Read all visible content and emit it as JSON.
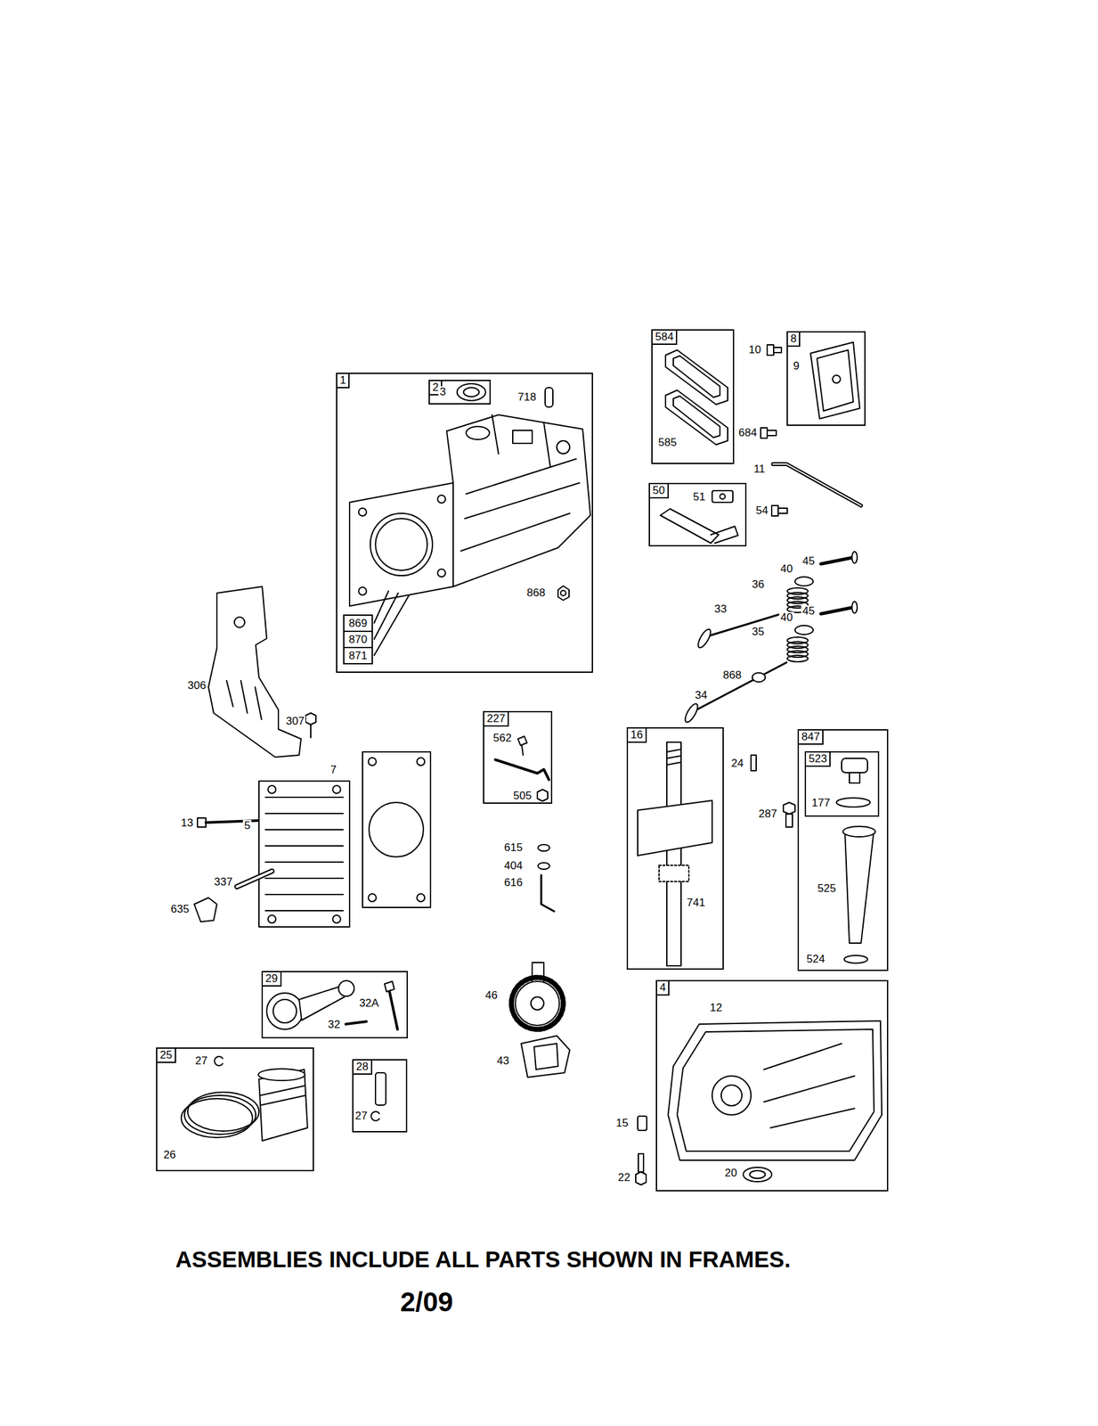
{
  "diagram": {
    "nodes": [
      {
        "text": [
          "1",
          "718",
          "868"
        ]
      },
      {
        "text": [
          "2",
          "3"
        ],
        "in": 0
      },
      {
        "text": [
          "869"
        ],
        "in": 0
      },
      {
        "text": [
          "870"
        ],
        "in": 0
      },
      {
        "text": [
          "871"
        ],
        "in": 0
      },
      {
        "text": [
          "584",
          "585"
        ]
      },
      {
        "text": [
          "8",
          "9"
        ]
      },
      {
        "text": [
          "50",
          "51"
        ]
      },
      {
        "text": [
          "227",
          "562",
          "505"
        ]
      },
      {
        "text": [
          "16",
          "741"
        ]
      },
      {
        "text": [
          "847",
          "525",
          "524"
        ]
      },
      {
        "text": [
          "523",
          "177"
        ],
        "in": 10
      },
      {
        "text": [
          "29",
          "32A",
          "32"
        ]
      },
      {
        "text": [
          "25",
          "27",
          "26"
        ]
      },
      {
        "text": [
          "28",
          "27"
        ]
      },
      {
        "text": [
          "4",
          "12",
          "20"
        ]
      }
    ],
    "labels": [
      "10",
      "684",
      "11",
      "54",
      "45",
      "40",
      "36",
      "33",
      "45",
      "40",
      "35",
      "868",
      "34",
      "306",
      "307",
      "7",
      "13",
      "5",
      "337",
      "635",
      "615",
      "404",
      "616",
      "24",
      "287",
      "46",
      "43",
      "15",
      "22",
      "ASSEMBLIES INCLUDE ALL PARTS SHOWN IN FRAMES.",
      "2/09"
    ]
  }
}
